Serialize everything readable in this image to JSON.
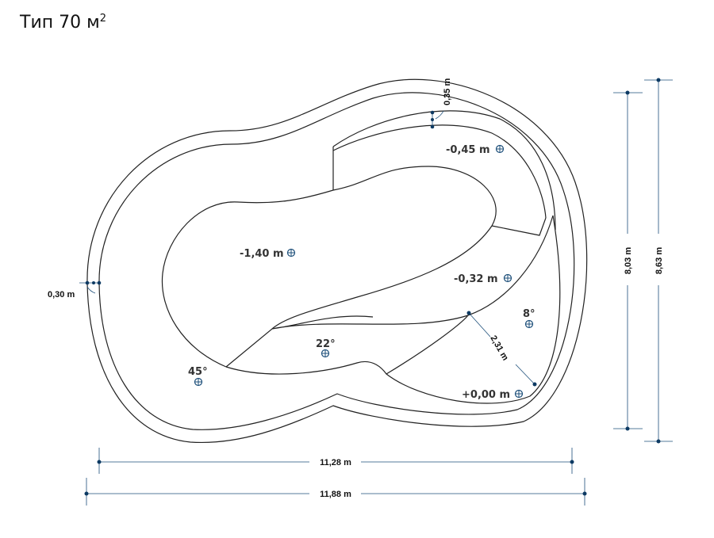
{
  "title": {
    "main": "Тип 70 м",
    "sup": "2"
  },
  "dimensions": {
    "width_inner": "11,28 m",
    "width_outer": "11,88 m",
    "height_inner": "8,03 m",
    "height_outer": "8,63 m",
    "wall_left": "0,30 m",
    "wall_top": "0,35 m",
    "step_width": "2,31 m"
  },
  "levels": {
    "deep": "-1,40 m",
    "step_upper": "-0,45 m",
    "step_mid": "-0,32 m",
    "entry": "+0,00 m"
  },
  "angles": {
    "a45": "45°",
    "a22": "22°",
    "a8": "8°"
  },
  "colors": {
    "outline": "#222222",
    "dimension": "#1d4f7a",
    "marker": "#0d3a63"
  }
}
